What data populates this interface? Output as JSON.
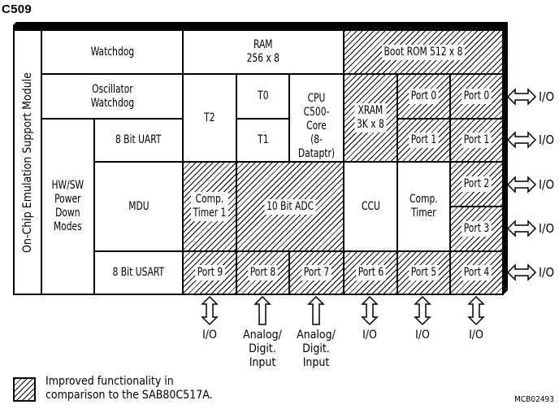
{
  "title": "C509",
  "side_label": "On-Chip Emulation Support Module",
  "blocks": {
    "watchdog": "Watchdog",
    "ram": "RAM\n256 x 8",
    "boot_rom": "Boot ROM 512 x 8",
    "osc_watchdog": "Oscillator\nWatchdog",
    "t2": "T2",
    "t0": "T0",
    "t1": "T1",
    "cpu": "CPU\nC500-Core\n(8-Dataptr)",
    "xram": "XRAM\n3K x 8",
    "port0": "Port 0",
    "port1": "Port 1",
    "hwsw": "HW/SW\nPower\nDown\nModes",
    "uart": "8 Bit UART",
    "mdu": "MDU",
    "comp_timer1": "Comp.\nTimer 1",
    "adc": "10 Bit ADC",
    "ccu": "CCU",
    "comp_timer": "Comp.\nTimer",
    "port2": "Port 2",
    "port3": "Port 3",
    "usart": "8 Bit USART",
    "port9": "Port 9",
    "port8": "Port 8",
    "port7": "Port 7",
    "port6": "Port 6",
    "port5": "Port 5",
    "port4": "Port 4"
  },
  "io_right": [
    "I/O",
    "I/O",
    "I/O",
    "I/O",
    "I/O"
  ],
  "io_bottom": [
    "I/O",
    "Analog/\nDigit.\nInput",
    "Analog/\nDigit.\nInput",
    "I/O",
    "I/O",
    "I/O"
  ],
  "legend": "Improved functionality in\ncomparison to the SAB80C517A.",
  "code": "MCB02493"
}
